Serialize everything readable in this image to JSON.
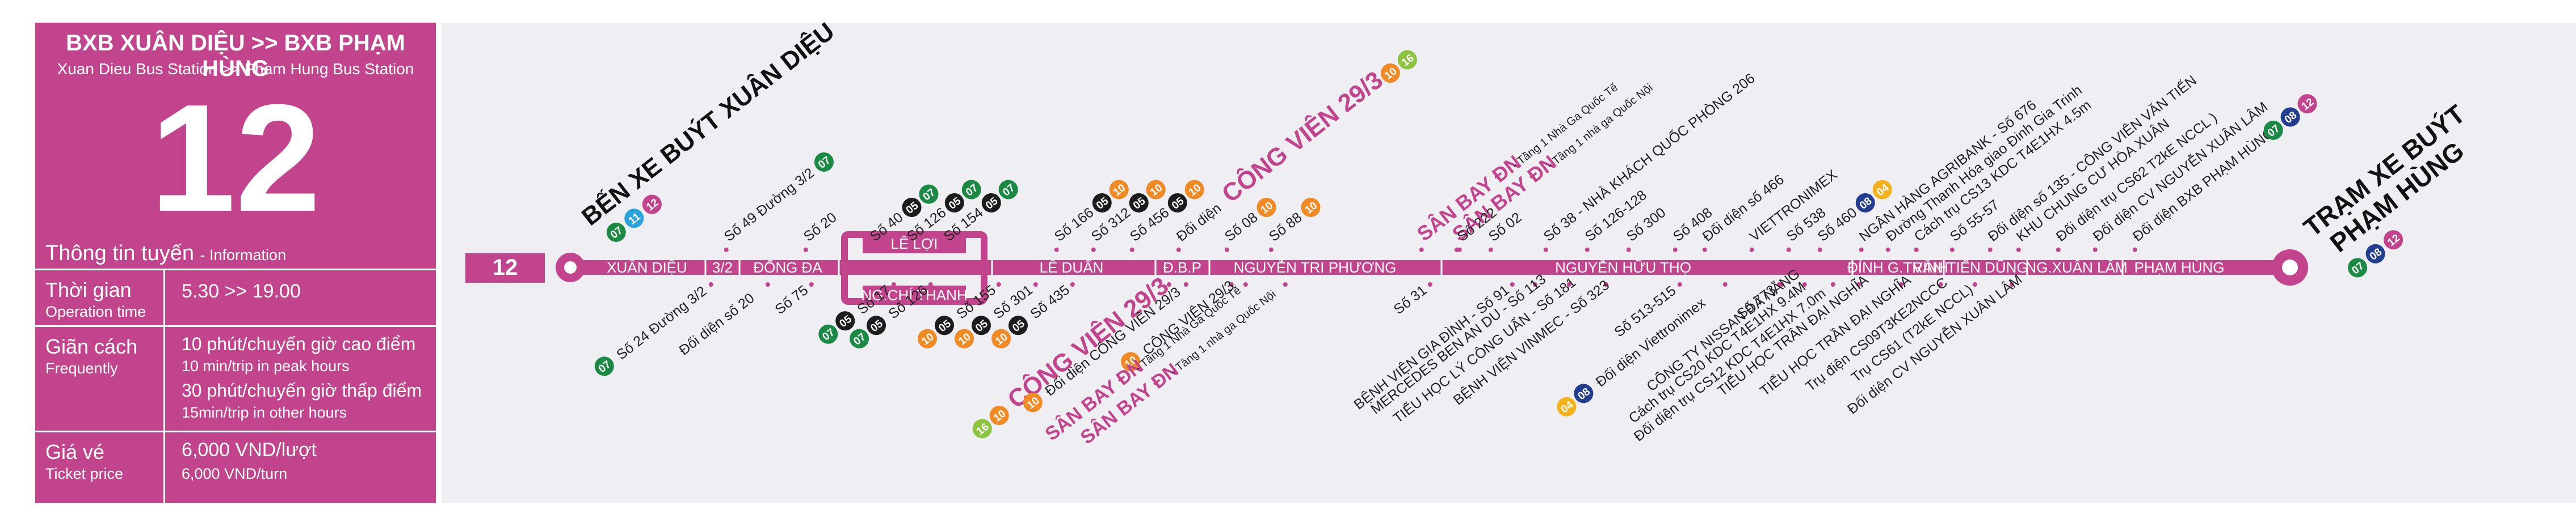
{
  "panel": {
    "title_vi": "BXB XUÂN DIỆU >> BXB PHẠM HÙNG",
    "title_en": "Xuan Dieu Bus Station >> Pham Hung Bus Station",
    "route_number": "12",
    "info_heading": "Thông tin tuyến",
    "info_heading_en": "- Information",
    "rows": [
      {
        "label": "Thời gian",
        "label_en": "Operation time",
        "value": "5.30 >> 19.00"
      },
      {
        "label": "Giãn cách",
        "label_en": "Frequently",
        "value": "10 phút/chuyến giờ cao điểm",
        "value_en": "10 min/trip in peak hours",
        "value2": "30 phút/chuyến giờ thấp điểm",
        "value2_en": "15min/trip in other hours"
      },
      {
        "label": "Giá vé",
        "label_en": "Ticket price",
        "value": "6,000 VND/lượt",
        "value_en": "6,000 VND/turn"
      }
    ]
  },
  "route_badge": "12",
  "colors": {
    "magenta": "#c2448d",
    "line_bg": "#efeff3",
    "route_07": "#1a8a44",
    "route_11": "#2aa3dc",
    "route_12": "#c2448d",
    "route_05": "#1c1c1c",
    "route_10": "#f08a24",
    "route_16": "#8cc43f",
    "route_08": "#233e8f",
    "route_04": "#f3b21a"
  },
  "terminal_start": {
    "line1": "BẾN XE BUÝT XUÂN DIỆU",
    "badges": [
      "07",
      "11",
      "12"
    ]
  },
  "terminal_end": {
    "line1": "TRẠM XE BUÝT",
    "line2": "PHẠM HÙNG",
    "badges": [
      "07",
      "08",
      "12"
    ]
  },
  "streets": [
    {
      "name": "XUÂN DIỆU"
    },
    {
      "name": "3/2"
    },
    {
      "name": "ĐỐNG ĐA"
    },
    {
      "name": "LÊ LỢI"
    },
    {
      "name": "NG.CHÍ THANH"
    },
    {
      "name": "LÊ DUẨN"
    },
    {
      "name": "Đ.B.P"
    },
    {
      "name": "NGUYỄN TRI PHƯƠNG"
    },
    {
      "name": "NGUYỄN HỮU THỌ"
    },
    {
      "name": "ĐỈNH G.TRINH"
    },
    {
      "name": "VĂN TIẾN DŨNG"
    },
    {
      "name": "NG.XUÂN LÂM"
    },
    {
      "name": "PHẠM HÙNG"
    }
  ],
  "stops_upper": [
    {
      "text": "Số 49 Đường 3/2",
      "badges": [
        "07"
      ]
    },
    {
      "text": "Số 20",
      "badges": []
    },
    {
      "text": "Số 40",
      "badges": [
        "05",
        "07"
      ]
    },
    {
      "text": "Số 126",
      "badges": [
        "05",
        "07"
      ]
    },
    {
      "text": "Số 154",
      "badges": [
        "05",
        "07"
      ]
    },
    {
      "text": "Số 166",
      "badges": [
        "05",
        "10"
      ]
    },
    {
      "text": "Số 312",
      "badges": [
        "05",
        "10"
      ]
    },
    {
      "text": "Số 456",
      "badges": [
        "05",
        "10"
      ]
    },
    {
      "text": "Đối diện",
      "big": "CÔNG VIÊN 29/3",
      "badges": [
        "10",
        "16"
      ]
    },
    {
      "text": "Số 08",
      "badges": [
        "10"
      ]
    },
    {
      "text": "Số 88",
      "badges": [
        "10"
      ]
    },
    {
      "text": "SÂN BAY ĐN",
      "small": "- Tầng 1 Nhà Ga Quốc Tế",
      "badges": []
    },
    {
      "text": "SÂN BAY ĐN",
      "small": "- Tầng 1 nhà ga Quốc Nội",
      "badges": []
    },
    {
      "text": "Số 222",
      "badges": []
    },
    {
      "text": "Số 02",
      "badges": []
    },
    {
      "text": "Số 38 - NHÀ KHÁCH QUỐC PHÒNG 206",
      "badges": []
    },
    {
      "text": "Số 126-128",
      "badges": []
    },
    {
      "text": "Số 300",
      "badges": []
    },
    {
      "text": "Số 408",
      "badges": []
    },
    {
      "text": "Đối diện số 466",
      "badges": []
    },
    {
      "text": "VIETTRONIMEX",
      "badges": []
    },
    {
      "text": "Số 538",
      "badges": []
    },
    {
      "text": "Số 460",
      "badges": [
        "08",
        "04"
      ]
    },
    {
      "text": "NGÂN HÀNG AGRIBANK - Số 676",
      "badges": []
    },
    {
      "text": "Đường Thanh Hóa giao Đinh Gia Trinh",
      "badges": []
    },
    {
      "text": "Cách trụ CS13 KDC T4E1HX 4.5m",
      "badges": []
    },
    {
      "text": "Số 55-57",
      "badges": []
    },
    {
      "text": "Đối diện số 135 - CÔNG VIÊN VĂN TIẾN",
      "badges": []
    },
    {
      "text": "KHU CHUNG CƯ HÒA XUÂN",
      "badges": []
    },
    {
      "text": "Đối diện trụ CS62 T2kE NCCL )",
      "badges": []
    },
    {
      "text": "Đối diện CV NGUYỄN XUÂN LÂM",
      "badges": []
    },
    {
      "text": "Đối diện BXB PHẠM HÙNG",
      "badges": [
        "07",
        "08",
        "12"
      ]
    }
  ],
  "stops_lower": [
    {
      "text": "Số 24 Đường 3/2",
      "badges": [
        "07"
      ]
    },
    {
      "text": "Đối diện số 20",
      "badges": []
    },
    {
      "text": "Số 75",
      "badges": []
    },
    {
      "text": "Số 17",
      "badges": [
        "07",
        "05"
      ]
    },
    {
      "text": "Số 126",
      "badges": [
        "07",
        "05"
      ]
    },
    {
      "text": "Số 155",
      "badges": [
        "10",
        "05"
      ]
    },
    {
      "text": "Số 301",
      "badges": [
        "10",
        "05"
      ]
    },
    {
      "text": "Số 435",
      "badges": [
        "10",
        "05"
      ]
    },
    {
      "text": "CÔNG VIÊN 29/3",
      "badges": [
        "16",
        "10"
      ]
    },
    {
      "text": "Đối diện CÔNG VIÊN 29/3",
      "badges": [
        "10"
      ]
    },
    {
      "text": "CÔNG VIÊN 29/3",
      "badges": [
        "10"
      ]
    },
    {
      "text": "SÂN BAY ĐN",
      "small": "- Tầng 1 Nhà Ga Quốc Tế",
      "badges": []
    },
    {
      "text": "SÂN BAY ĐN",
      "small": "- Tầng 1 nhà ga Quốc Nội",
      "badges": []
    },
    {
      "text": "Số 31",
      "badges": []
    },
    {
      "text": "BỆNH VIỆN GIA ĐÌNH - Số 91",
      "badges": []
    },
    {
      "text": "MERCEDES BEN AN DU - Số 113",
      "badges": []
    },
    {
      "text": "TIỂU HỌC LÝ CÔNG UẨN - Số 181",
      "badges": []
    },
    {
      "text": "BỆNH VIỆN VINMEC - Số 323",
      "badges": []
    },
    {
      "text": "Số 513-515",
      "badges": []
    },
    {
      "text": "Đối diện Viettronimex",
      "badges": [
        "04",
        "08"
      ]
    },
    {
      "text": "Số 773",
      "badges": []
    },
    {
      "text": "CÔNG TY NISSAN ĐÀ NẴNG",
      "badges": []
    },
    {
      "text": "Cách trụ CS20 KDC T4E1HX 9.4M",
      "badges": []
    },
    {
      "text": "Đối diện trụ CS12 KDC T4E1HX 7.0m",
      "badges": []
    },
    {
      "text": "TIỂU HỌC TRẦN ĐẠI NGHĨA",
      "badges": []
    },
    {
      "text": "TIỂU HỌC TRẦN ĐẠI NGHĨA",
      "badges": []
    },
    {
      "text": "Trụ điện CS09T3KE2NCCC",
      "badges": []
    },
    {
      "text": "Trụ CS61 (T2kE NCCL)",
      "badges": []
    },
    {
      "text": "Đối diện CV NGUYỄN XUÂN LÂM",
      "badges": []
    }
  ]
}
